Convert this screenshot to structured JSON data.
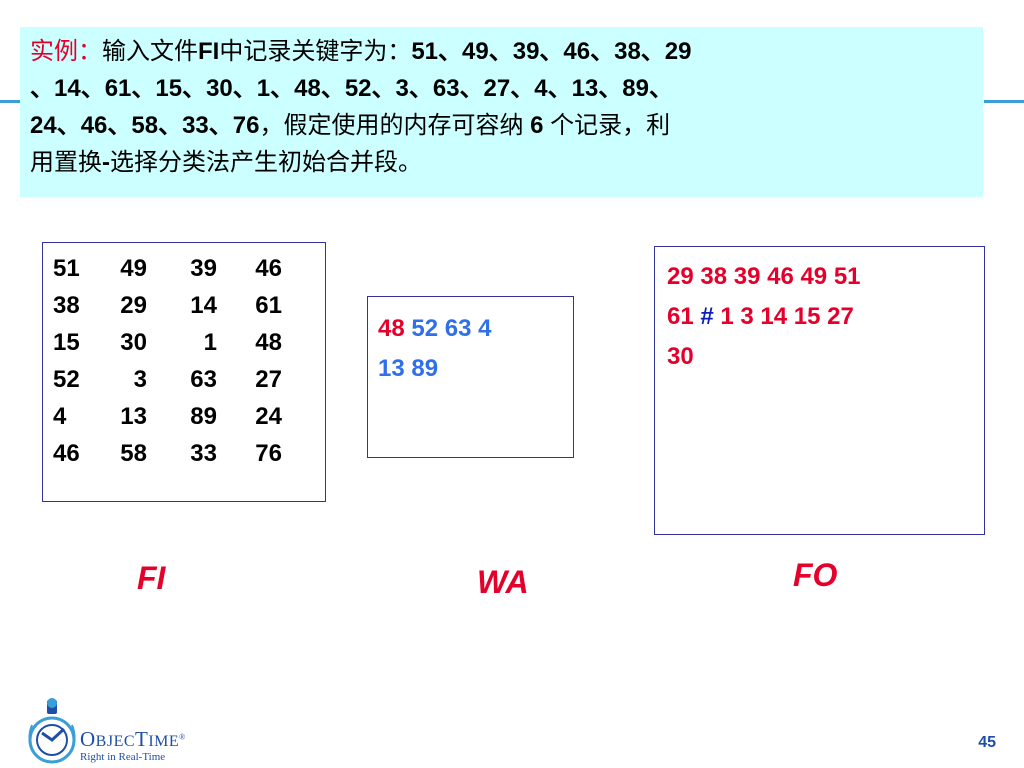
{
  "slide": {
    "intro": {
      "label": "实例：",
      "text1": "输入文件",
      "text2": "FI",
      "text3": "中记录关键字为：",
      "line1_tail": "51、49、39、46、38、29",
      "line2": "、14、61、15、30、1、48、52、3、63、27、4、13、89、",
      "line3_a": "24、46、58、33、76",
      "line3_b": "，假定使用的内存可容纳 ",
      "line3_c": "6",
      "line3_d": " 个记录，利",
      "line4_a": "用置换",
      "line4_b": "-",
      "line4_c": "选择分类法产生初始合并段。"
    },
    "fi": {
      "rows": [
        [
          "51",
          "49",
          "39",
          "46"
        ],
        [
          "38",
          "29",
          "14",
          "61"
        ],
        [
          "15",
          "30",
          "1",
          "48"
        ],
        [
          "52",
          "3",
          "63",
          "27"
        ],
        [
          "4",
          "13",
          "89",
          "24"
        ],
        [
          "46",
          "58",
          "33",
          "76"
        ]
      ],
      "label": "FI"
    },
    "wa": {
      "red_value": "48",
      "rest_line1": " 52 63 4",
      "line2": "13 89",
      "label": "WA"
    },
    "fo": {
      "line1": "29 38 39 46 49 51",
      "line2_a": "61 ",
      "line2_hash": "#",
      "line2_b": " 1 3 14 15 27",
      "line3": "30",
      "label": "FO"
    },
    "logo": {
      "name_first": "O",
      "name_mid": "BJEC",
      "name_second": "T",
      "name_end": "IME",
      "reg": "®",
      "tagline": "Right in Real-Time"
    },
    "page_number": "45",
    "colors": {
      "accent_red": "#e4002b",
      "accent_blue": "#1a4fe0",
      "title_bg": "#ccffff",
      "rule": "#3a9fd6"
    }
  }
}
